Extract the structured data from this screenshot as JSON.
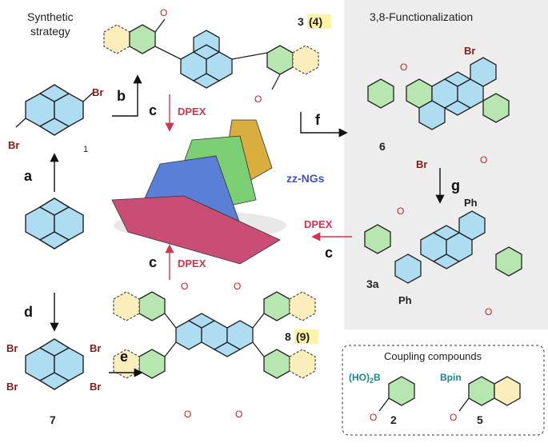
{
  "header": {
    "strategy_line1": "Synthetic",
    "strategy_line2": "strategy",
    "functionalization_title": "3,8-Functionalization"
  },
  "compounds": {
    "c1": "1",
    "c3": "3",
    "c4": "(4)",
    "c6": "6",
    "c3a": "3a",
    "c7": "7",
    "c8": "8",
    "c9": "(9)",
    "c2": "2",
    "c5": "5"
  },
  "steps": {
    "a": "a",
    "b": "b",
    "c_top": "c",
    "c_right": "c",
    "c_bottom": "c",
    "d": "d",
    "e": "e",
    "f": "f",
    "g": "g"
  },
  "reagents": {
    "dpex_top": "DPEX",
    "dpex_right": "DPEX",
    "dpex_bottom": "DPEX"
  },
  "product_label": "zz-NGs",
  "substituents": {
    "br": "Br",
    "ph": "Ph",
    "o": "O",
    "ho2b": "(HO)",
    "ho2b_sub": "2",
    "ho2b_b": "B",
    "bpin": "Bpin"
  },
  "coupling_box": {
    "title": "Coupling compounds"
  },
  "colors": {
    "pyrene_fill": "#aedcf0",
    "benzo_fill": "#b8e6b0",
    "yellow_fill": "#fbeebb",
    "highlight": "#fdf3a6",
    "panel_bg": "#ededed",
    "dpex_red": "#d4344e",
    "br_color": "#8b1b1b",
    "o_color": "#d22020",
    "blue_text": "#3b56c4",
    "teal_text": "#1a8a8a"
  }
}
